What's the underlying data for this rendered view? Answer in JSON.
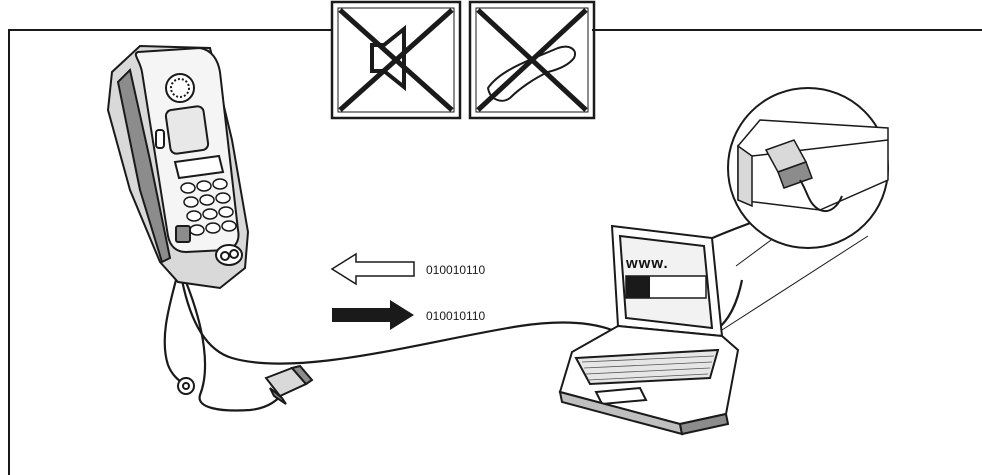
{
  "labels": {
    "data_in": "010010110",
    "data_out": "010010110",
    "screen_text": "www."
  },
  "icons": {
    "no_speaker": "no-speaker-icon",
    "no_handset": "no-handset-icon"
  },
  "colors": {
    "line": "#1a1a1a",
    "background": "#ffffff",
    "device_fill": "#d9d9d9",
    "device_dark": "#8c8c8c",
    "screen_fill": "#f2f2f2"
  }
}
